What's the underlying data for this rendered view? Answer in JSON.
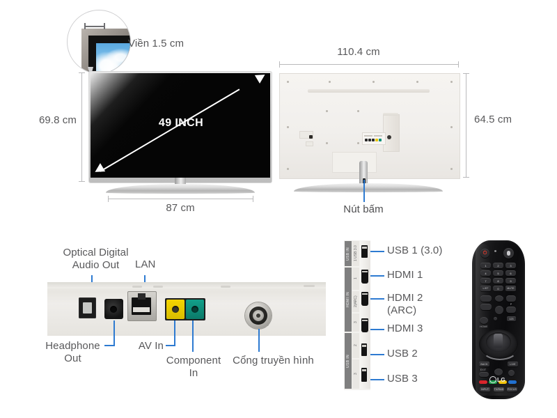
{
  "page": {
    "title": "LG 49 inch TV dimensions and ports diagram",
    "accent_blue": "#2d7ad1",
    "label_gray": "#58585a",
    "dimension_line_gray": "#b9b9bb"
  },
  "bezel_callout": {
    "label": "Viền 1.5 cm",
    "icon": "magnifier-circle"
  },
  "front_view": {
    "screen_size_label": "49 INCH",
    "height_label": "69.8 cm",
    "width_label": "87 cm"
  },
  "back_view": {
    "width_label": "110.4 cm",
    "height_label": "64.5 cm",
    "button_label": "Nút bấm"
  },
  "rear_ports": {
    "labels_top": [
      {
        "id": "optical-digital-audio-out",
        "text": "Optical Digital\nAudio Out"
      },
      {
        "id": "lan",
        "text": "LAN"
      }
    ],
    "labels_bottom": [
      {
        "id": "headphone-out",
        "text": "Headphone\nOut"
      },
      {
        "id": "av-in",
        "text": "AV In"
      },
      {
        "id": "component-in",
        "text": "Component\nIn"
      },
      {
        "id": "antenna-in",
        "text": "Cổng truyền hình"
      }
    ]
  },
  "side_ports": {
    "group_labels": [
      "USB IN",
      "HDMI IN",
      "USB IN"
    ],
    "port_numbers": [
      "1 USB 3.0",
      "1",
      "2(ARC)",
      "3",
      "2",
      "3"
    ],
    "items": [
      {
        "id": "usb-1",
        "label": "USB 1 (3.0)"
      },
      {
        "id": "hdmi-1",
        "label": "HDMI 1"
      },
      {
        "id": "hdmi-2",
        "label": "HDMI 2\n(ARC)"
      },
      {
        "id": "hdmi-3",
        "label": "HDMI 3"
      },
      {
        "id": "usb-2",
        "label": "USB 2"
      },
      {
        "id": "usb-3",
        "label": "USB 3"
      }
    ]
  },
  "remote": {
    "brand": "LG",
    "power_icon": "power-icon",
    "numbers": [
      "1",
      "2",
      "3",
      "4",
      "5",
      "6",
      "7",
      "8",
      "9",
      "0"
    ],
    "keys_row1": [
      "LIST",
      "0",
      "MUTE"
    ],
    "nav_labels": [
      "BACK",
      "EXIT",
      "LIVE"
    ],
    "function_labels": [
      "INPUT",
      "TV/RAD",
      "FOCUS"
    ],
    "color_keys": [
      "#d8232a",
      "#17a04a",
      "#f2c200",
      "#1f6fd0"
    ],
    "volume_icon": "volume-icon",
    "channel_icon": "channel-icon",
    "search_icon": "search-icon",
    "home_icon": "home-icon",
    "settings_icon": "settings-icon"
  }
}
